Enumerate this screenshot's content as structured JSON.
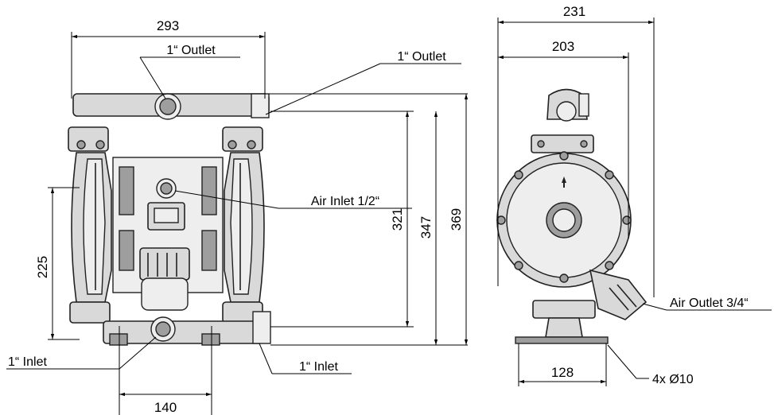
{
  "dimensions": {
    "front_width": "293",
    "side_width_overall": "231",
    "side_width_inner": "203",
    "height_321": "321",
    "height_347": "347",
    "height_369": "369",
    "height_225": "225",
    "inlet_spacing": "140",
    "foot_spacing": "128"
  },
  "callouts": {
    "outlet_top": "1“ Outlet",
    "outlet_side": "1“ Outlet",
    "air_inlet": "Air Inlet 1/2“",
    "inlet_left": "1“ Inlet",
    "inlet_right": "1“ Inlet",
    "air_outlet": "Air Outlet 3/4“",
    "mount_holes": "4x Ø10"
  }
}
